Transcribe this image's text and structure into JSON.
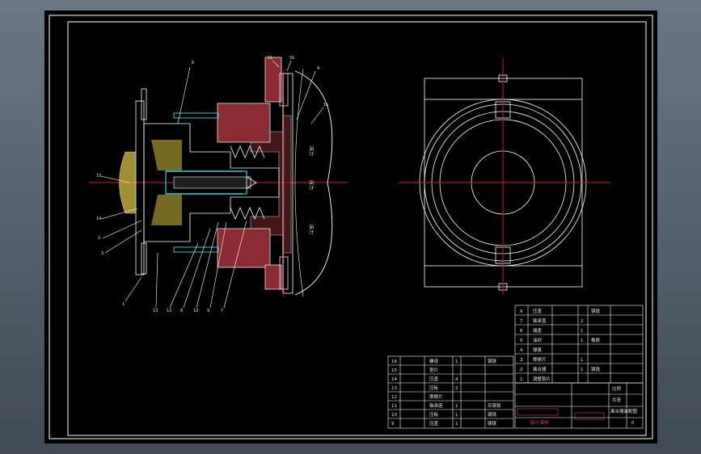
{
  "colors": {
    "frame": "#ffffff",
    "centerline": "#e0102a",
    "section_hatch": "#b0303a",
    "cyan": "#30c8d8",
    "yellow_hatch": "#d8c040",
    "magenta_text": "#ff3a6a"
  },
  "side_labels": {
    "top": "压力",
    "mid": "压力",
    "bottom": "压力"
  },
  "callouts": [
    "6",
    "11",
    "5b",
    "4",
    "1b",
    "15",
    "14",
    "2",
    "3",
    "1",
    "13",
    "12",
    "8",
    "10",
    "9",
    "7"
  ],
  "parts_table_right": [
    {
      "no": "9",
      "name": "压盖",
      "mat": "铸铁"
    },
    {
      "no": "7",
      "name": "轴承盖",
      "qty": "2"
    },
    {
      "no": "6",
      "name": "端盖",
      "qty": "1"
    },
    {
      "no": "5",
      "name": "油封",
      "qty": "1",
      "mat": "橡胶"
    },
    {
      "no": "4",
      "name": "弹簧"
    },
    {
      "no": "3",
      "name": "摩擦片",
      "qty": "1"
    },
    {
      "no": "2",
      "name": "离合器",
      "qty": "1",
      "mat": "铸铁"
    },
    {
      "no": "1",
      "name": "调整垫片"
    }
  ],
  "parts_table_left": [
    {
      "no": "16",
      "name": "螺母",
      "qty": "1",
      "mat": "铸铁"
    },
    {
      "no": "15",
      "name": "垫片"
    },
    {
      "no": "14",
      "name": "压盖",
      "qty": "4"
    },
    {
      "no": "13",
      "name": "压板",
      "qty": "2"
    },
    {
      "no": "12",
      "name": "摩擦片"
    },
    {
      "no": "11",
      "name": "轴承座",
      "qty": "1",
      "mat": "灰铸铁"
    },
    {
      "no": "10",
      "name": "压板",
      "qty": "1",
      "mat": "铸铁"
    },
    {
      "no": "9",
      "name": "压盖",
      "qty": "1",
      "mat": "铸铁"
    }
  ],
  "title_block": {
    "scale_label": "比例",
    "sheet_label": "共张",
    "drawing_name": "离合器装配图",
    "company": "设计 审核",
    "sheet_no": "0"
  }
}
